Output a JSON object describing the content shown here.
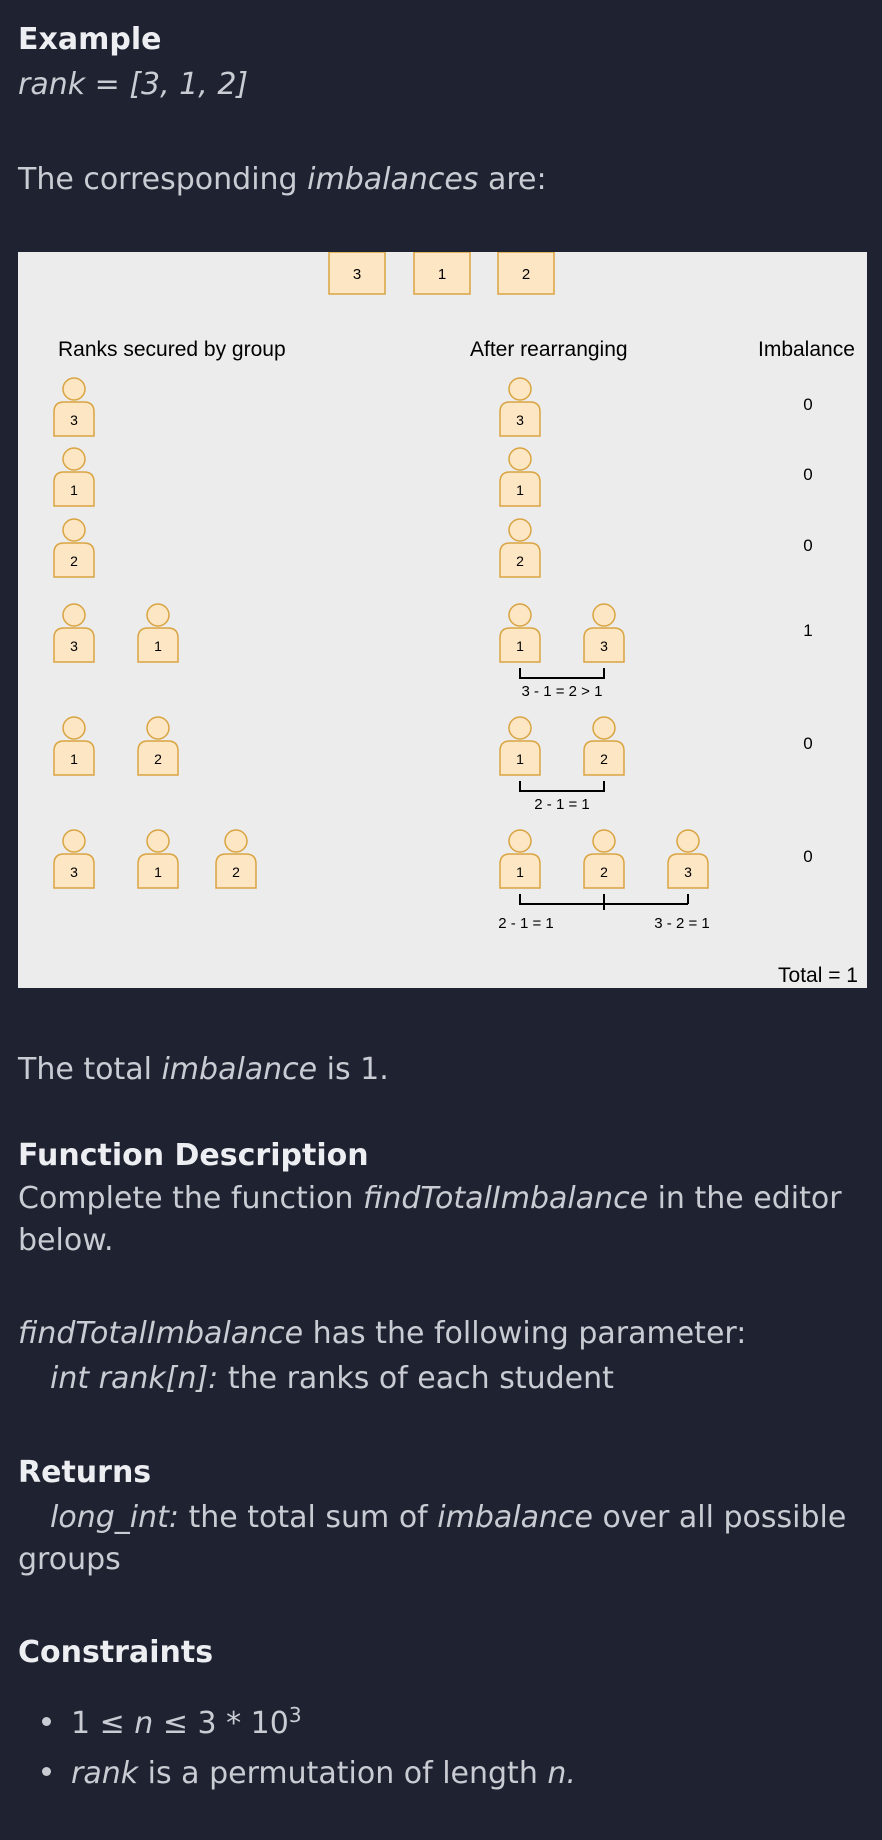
{
  "example": {
    "heading": "Example",
    "rank_line": "rank = [3, 1, 2]",
    "corresponding_prefix": "The corresponding ",
    "corresponding_em": "imbalances",
    "corresponding_suffix": " are:"
  },
  "diagram": {
    "top_boxes": [
      "3",
      "1",
      "2"
    ],
    "col_left_title": "Ranks secured by group",
    "col_mid_title": "After rearranging",
    "col_right_title": "Imbalance",
    "groups": [
      {
        "left": [
          "3"
        ],
        "right": [
          "3"
        ],
        "imbalance": "0",
        "notes": []
      },
      {
        "left": [
          "1"
        ],
        "right": [
          "1"
        ],
        "imbalance": "0",
        "notes": []
      },
      {
        "left": [
          "2"
        ],
        "right": [
          "2"
        ],
        "imbalance": "0",
        "notes": []
      },
      {
        "left": [
          "3",
          "1"
        ],
        "right": [
          "1",
          "3"
        ],
        "imbalance": "1",
        "notes": [
          "3 - 1 = 2 > 1"
        ]
      },
      {
        "left": [
          "1",
          "2"
        ],
        "right": [
          "1",
          "2"
        ],
        "imbalance": "0",
        "notes": [
          "2 - 1 = 1"
        ]
      },
      {
        "left": [
          "3",
          "1",
          "2"
        ],
        "right": [
          "1",
          "2",
          "3"
        ],
        "imbalance": "0",
        "notes": [
          "2 - 1 = 1",
          "3 - 2 = 1"
        ]
      }
    ],
    "total": "Total = 1"
  },
  "total_text": {
    "prefix": "The total ",
    "em": "imbalance",
    "suffix": " is 1."
  },
  "function_description": {
    "heading": "Function Description",
    "line1_prefix": "Complete the function ",
    "line1_em": "findTotalImbalance",
    "line1_suffix": " in the editor",
    "line2": "below."
  },
  "params": {
    "line_em": "findTotalImbalance",
    "line_suffix": " has the following parameter:",
    "param_em": "int rank[n]:",
    "param_desc": " the ranks of each student"
  },
  "returns": {
    "heading": "Returns",
    "type_em": "long_int:",
    "desc_prefix": " the total sum of ",
    "desc_em": "imbalance",
    "desc_suffix": " over all possible",
    "desc_line2": "groups"
  },
  "constraints": {
    "heading": "Constraints",
    "c1_prefix": "1 ≤ ",
    "c1_n": "n",
    "c1_mid": " ≤ 3 * 10",
    "c1_exp": "3",
    "c2_em": "rank",
    "c2_mid": " is a permutation of length ",
    "c2_n": "n."
  },
  "colors": {
    "background": "#1f2331",
    "diagram_bg": "#ececec",
    "person_fill": "#fce6c4",
    "person_stroke": "#d9a441"
  }
}
